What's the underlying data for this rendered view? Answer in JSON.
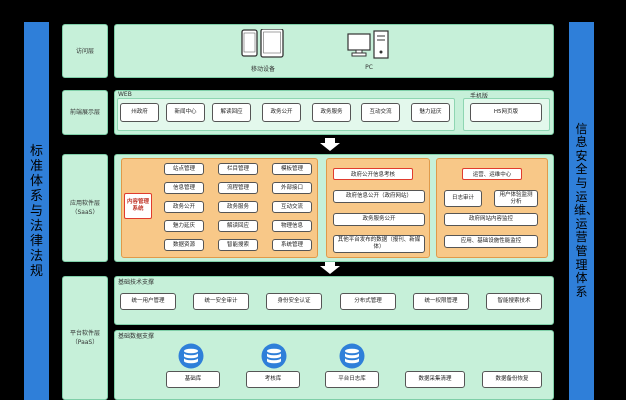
{
  "left_sidebar": {
    "text": "标准体系与法律法规"
  },
  "right_sidebar": {
    "text": "信息安全与运维、运营管理体系"
  },
  "access_layer": {
    "label": "访问层",
    "devices": [
      {
        "label": "移动设备",
        "icon": "mobile-devices-icon"
      },
      {
        "label": "PC",
        "icon": "pc-icon"
      }
    ]
  },
  "frontend_layer": {
    "label": "前端展示层",
    "web_tag": "WEB",
    "web_items": [
      "州政府",
      "新闻中心",
      "解读回应",
      "政务公开",
      "政务服务",
      "互动交流",
      "魅力延庆"
    ],
    "mobile_tag": "手机版",
    "mobile_items": [
      "H5网页版"
    ]
  },
  "saas_layer": {
    "label": "应用软件层\n（SaaS）",
    "cms": {
      "title": "内容管理系统",
      "items": [
        "站点管理",
        "栏目管理",
        "模板管理",
        "信息管理",
        "流程管理",
        "外部接口",
        "政务公开",
        "政务服务",
        "互动交流",
        "魅力延庆",
        "解读回应",
        "物理信息",
        "数据资源",
        "智能搜索",
        "系统管理"
      ]
    },
    "gov": {
      "title": "政府公开信息考核",
      "items": [
        "政府信息公开（政府网站）",
        "政务服务公开",
        "其他平台发布的数据（报刊、新媒体）"
      ]
    },
    "ops": {
      "title": "运营、运维中心",
      "items": [
        "日志审计",
        "用户体验监测分析",
        "政府网站内容监控",
        "应用、基础设施性能监控"
      ]
    }
  },
  "paas_layer": {
    "label": "平台软件层\n（PaaS）",
    "tech_tag": "基础技术支撑",
    "tech_items": [
      "统一用户管理",
      "统一安全审计",
      "身份安全认证",
      "分布式管理",
      "统一权限管理",
      "智能搜索技术"
    ],
    "data_tag": "基础数据支撑",
    "data_items": [
      {
        "label": "基础库",
        "icon": true
      },
      {
        "label": "考核库",
        "icon": true
      },
      {
        "label": "平台日志库",
        "icon": true
      },
      {
        "label": "数据采集清理",
        "icon": false
      },
      {
        "label": "数据备份恢复",
        "icon": false
      }
    ]
  },
  "colors": {
    "sidebar": "#2f7fd9",
    "panel": "#c6f0d9",
    "orange": "#f8c888",
    "db": "#2f7fd9"
  }
}
